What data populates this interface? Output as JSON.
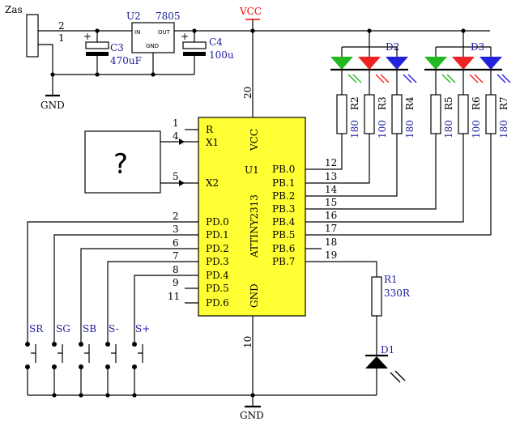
{
  "connector": {
    "name": "Zas",
    "pin2": "2",
    "pin1": "1"
  },
  "regulator": {
    "ref": "U2",
    "part": "7805",
    "in": "IN",
    "out": "OUT",
    "gnd": "GND"
  },
  "capacitors": {
    "c3": {
      "ref": "C3",
      "value": "470uF",
      "plus": "+"
    },
    "c4": {
      "ref": "C4",
      "value": "100u",
      "plus": "+"
    }
  },
  "power": {
    "vcc": "VCC",
    "gnd_top": "GND",
    "gnd_bottom": "GND"
  },
  "mcu": {
    "ref": "U1",
    "part": "ATTINY2313",
    "vcc_label": "VCC",
    "gnd_label": "GND",
    "left_pins": [
      {
        "num": "1",
        "name": "R"
      },
      {
        "num": "4",
        "name": "X1"
      },
      {
        "num": "5",
        "name": "X2"
      },
      {
        "num": "2",
        "name": "PD.0"
      },
      {
        "num": "3",
        "name": "PD.1"
      },
      {
        "num": "6",
        "name": "PD.2"
      },
      {
        "num": "7",
        "name": "PD.3"
      },
      {
        "num": "8",
        "name": "PD.4"
      },
      {
        "num": "9",
        "name": "PD.5"
      },
      {
        "num": "11",
        "name": "PD.6"
      }
    ],
    "right_pins": [
      {
        "num": "12",
        "name": "PB.0"
      },
      {
        "num": "13",
        "name": "PB.1"
      },
      {
        "num": "14",
        "name": "PB.2"
      },
      {
        "num": "15",
        "name": "PB.3"
      },
      {
        "num": "16",
        "name": "PB.4"
      },
      {
        "num": "17",
        "name": "PB.5"
      },
      {
        "num": "18",
        "name": "PB.6"
      },
      {
        "num": "19",
        "name": "PB.7"
      }
    ],
    "pin_vcc": "20",
    "pin_gnd": "10"
  },
  "oscillator": {
    "label": "?"
  },
  "leds": {
    "d2": "D2",
    "d3": "D3",
    "d1": "D1"
  },
  "resistors": [
    {
      "ref": "R2",
      "value": "180"
    },
    {
      "ref": "R3",
      "value": "100"
    },
    {
      "ref": "R4",
      "value": "180"
    },
    {
      "ref": "R5",
      "value": "180"
    },
    {
      "ref": "R6",
      "value": "100"
    },
    {
      "ref": "R7",
      "value": "180"
    }
  ],
  "r1": {
    "ref": "R1",
    "value": "330R"
  },
  "switches": [
    "SR",
    "SG",
    "SB",
    "S-",
    "S+"
  ],
  "colors": {
    "mcu_fill": "#ffff33",
    "led_green": "#22b822",
    "led_red": "#ee2222",
    "led_blue": "#2222dd",
    "label_blue": "#1a1a9a",
    "vcc_red": "#ff0000"
  }
}
